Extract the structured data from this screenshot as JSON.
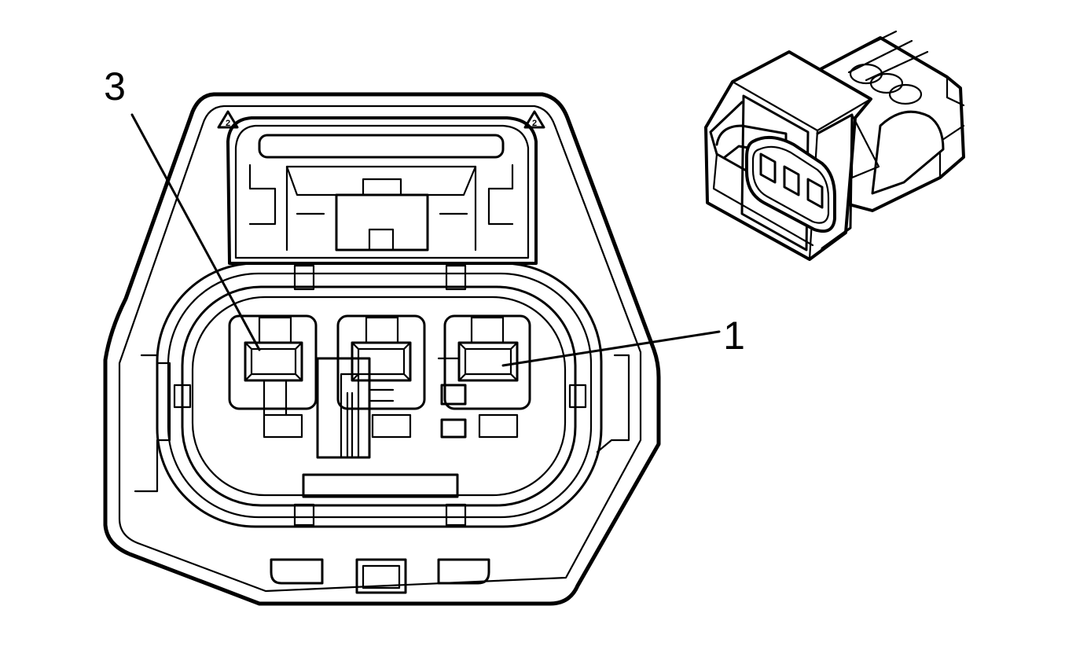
{
  "diagram": {
    "colors": {
      "line": "#000000",
      "background": "#ffffff"
    },
    "callouts": [
      {
        "id": "callout-3",
        "label": "3"
      },
      {
        "id": "callout-1",
        "label": "1"
      }
    ],
    "warning_marks": [
      {
        "id": "warning-left",
        "label": "2"
      },
      {
        "id": "warning-right",
        "label": "2"
      }
    ],
    "connector_cavities": 3
  }
}
